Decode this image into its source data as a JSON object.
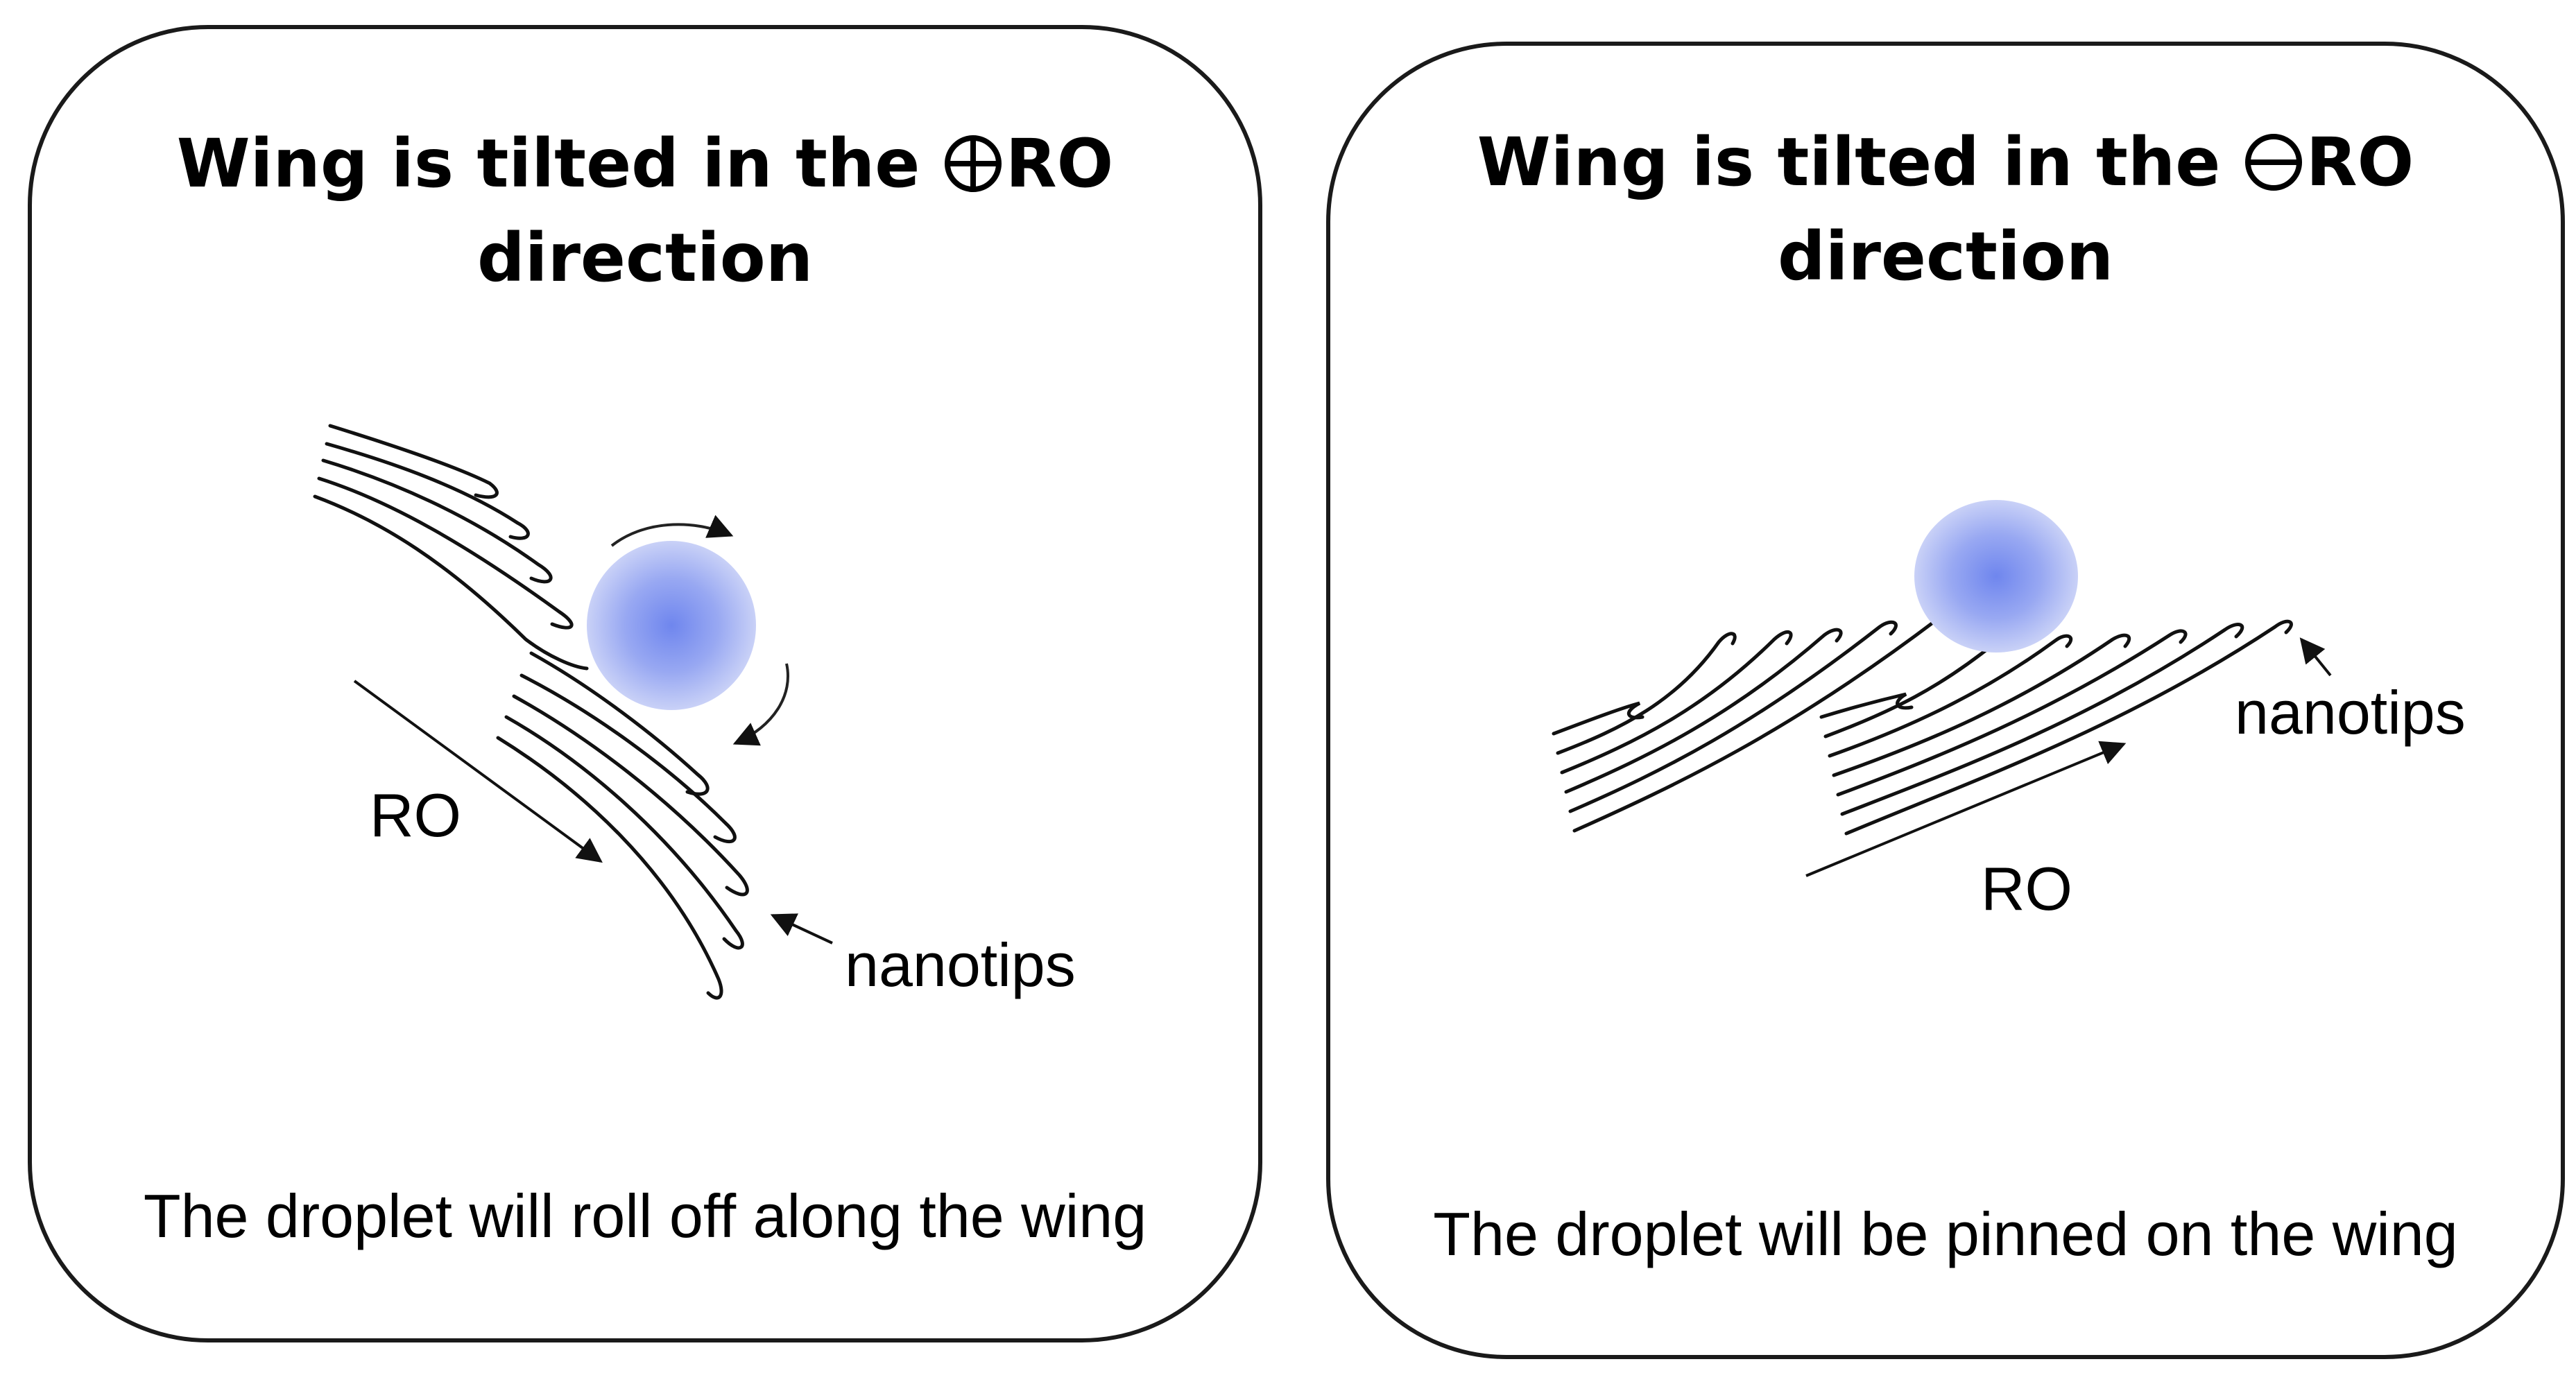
{
  "panels": [
    {
      "title_prefix": "Wing is tilted in the ",
      "title_symbol": "plus-circle-icon",
      "title_suffix": "RO",
      "title_line2": "direction",
      "ro_label": "RO",
      "nanotips_label": "nanotips",
      "caption": "The droplet will roll off along the wing"
    },
    {
      "title_prefix": "Wing is tilted in the ",
      "title_symbol": "minus-circle-icon",
      "title_suffix": "RO",
      "title_line2": "direction",
      "ro_label": "RO",
      "nanotips_label": "nanotips",
      "caption": "The droplet will be pinned on the wing"
    }
  ],
  "colors": {
    "outline": "#1a1a1a",
    "droplet_center": "#6f86ee",
    "droplet_edge": "#c9d1f7"
  }
}
